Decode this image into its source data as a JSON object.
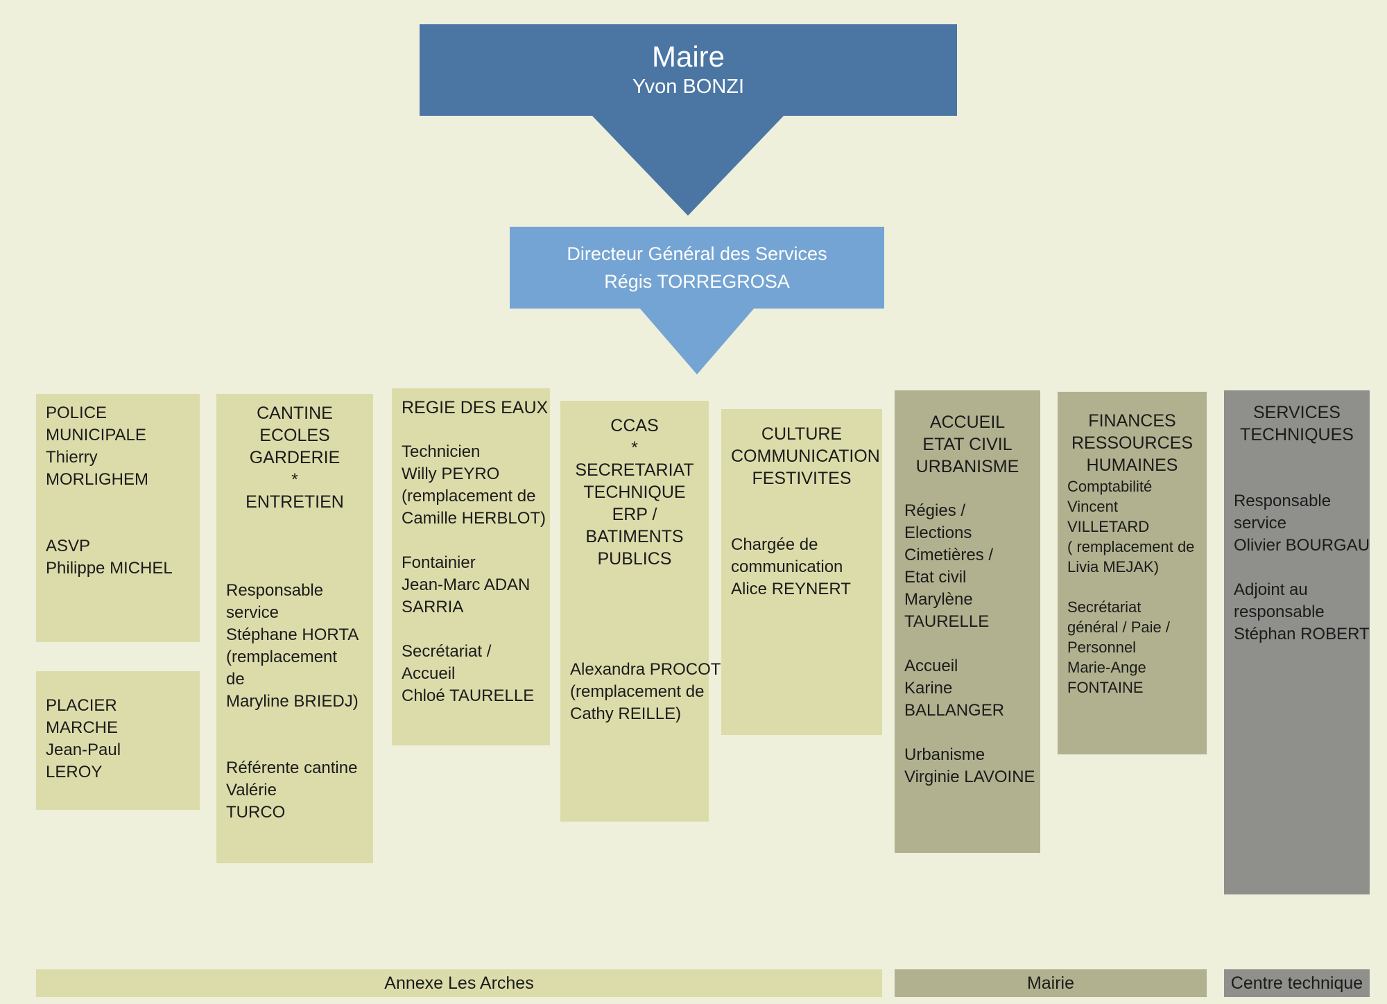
{
  "colors": {
    "background": "#eef0dc",
    "maire_box": "#4b76a3",
    "dgs_box": "#74a4d3",
    "light_box": "#dcdcab",
    "dark_box": "#b1b18f",
    "grey_box": "#8f8f8c",
    "text_dark": "#1b1b1b",
    "text_white": "#ffffff"
  },
  "maire": {
    "title": "Maire",
    "name": "Yvon BONZI"
  },
  "dgs": {
    "title": "Directeur Général des Services",
    "name": "Régis TORREGROSA"
  },
  "departments": {
    "police": {
      "lines": [
        "POLICE",
        "MUNICIPALE",
        "Thierry",
        "MORLIGHEM",
        "",
        "",
        "ASVP",
        "Philippe MICHEL"
      ]
    },
    "placier": {
      "lines": [
        "PLACIER",
        "MARCHE",
        "Jean-Paul",
        "LEROY"
      ]
    },
    "cantine": {
      "header": [
        "CANTINE",
        "ECOLES",
        "GARDERIE",
        "*",
        "ENTRETIEN"
      ],
      "body": [
        "",
        "",
        "",
        "Responsable",
        "service",
        "Stéphane HORTA",
        "(remplacement",
        "de",
        "Maryline BRIEDJ)",
        "",
        "",
        "Référente cantine",
        "Valérie",
        "TURCO"
      ]
    },
    "regie": {
      "header": [
        "REGIE DES EAUX"
      ],
      "body": [
        "",
        "Technicien",
        "Willy PEYRO",
        "(remplacement de",
        "Camille HERBLOT)",
        "",
        "Fontainier",
        "Jean-Marc ADAN",
        "SARRIA",
        "",
        "Secrétariat /",
        "Accueil",
        "Chloé TAURELLE"
      ]
    },
    "ccas": {
      "header": [
        "CCAS",
        "*",
        "SECRETARIAT",
        "TECHNIQUE",
        "ERP /",
        "BATIMENTS",
        "PUBLICS"
      ],
      "body": [
        "",
        "",
        "",
        "",
        "Alexandra PROCOT",
        "(remplacement de",
        "Cathy REILLE)"
      ]
    },
    "culture": {
      "header": [
        "CULTURE",
        "COMMUNICATION",
        "FESTIVITES"
      ],
      "body": [
        "",
        "",
        "Chargée de",
        "communication",
        "Alice REYNERT"
      ]
    },
    "accueil": {
      "header": [
        "ACCUEIL",
        "ETAT CIVIL",
        "URBANISME"
      ],
      "body": [
        "",
        "Régies /",
        "Elections",
        "Cimetières /",
        "Etat civil",
        "Marylène",
        "TAURELLE",
        "",
        "Accueil",
        "Karine",
        "BALLANGER",
        "",
        "Urbanisme",
        "Virginie LAVOINE"
      ]
    },
    "finances": {
      "header": [
        "FINANCES",
        "RESSOURCES",
        "HUMAINES"
      ],
      "body": [
        "Comptabilité",
        "Vincent",
        "VILLETARD",
        "( remplacement de",
        "Livia MEJAK)",
        "",
        "Secrétariat",
        "général / Paie /",
        "Personnel",
        "Marie-Ange",
        "FONTAINE"
      ]
    },
    "services": {
      "header": [
        "SERVICES",
        "TECHNIQUES"
      ],
      "body": [
        "",
        "",
        "Responsable",
        "service",
        "Olivier BOURGAU",
        "",
        "Adjoint au",
        "responsable",
        "Stéphan ROBERT"
      ]
    }
  },
  "footer": {
    "annexe": "Annexe Les Arches",
    "mairie": "Mairie",
    "centre": "Centre technique"
  }
}
